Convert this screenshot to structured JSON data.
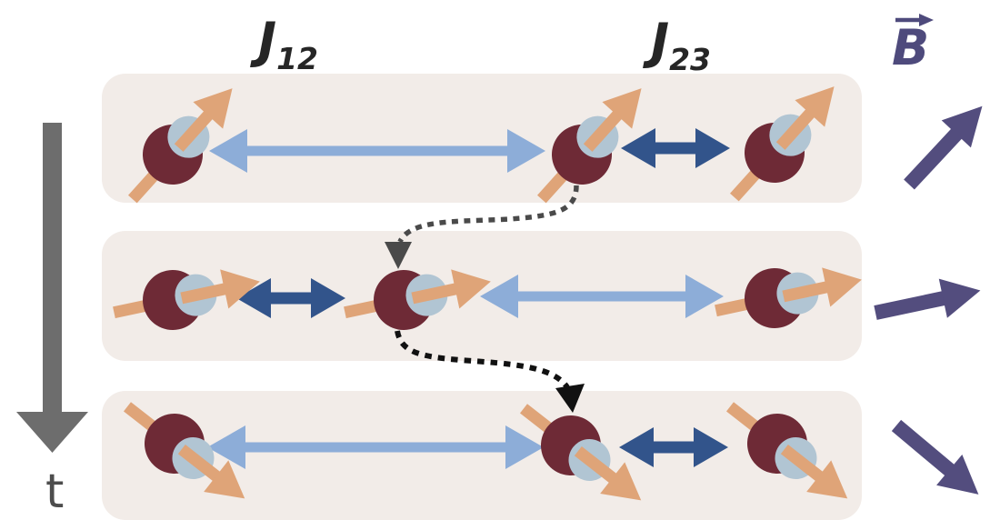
{
  "labels": {
    "coupling12": {
      "base": "J",
      "sub": "12"
    },
    "coupling23": {
      "base": "J",
      "sub": "23"
    },
    "field": "B",
    "time": "t"
  },
  "colors": {
    "canvas": "#ffffff",
    "panel": "#f2ece8",
    "ion_body": "#6e2a36",
    "ion_core": "#b1c5d3",
    "spin_arrow": "#dfa478",
    "weak_coupling": "#8dadd8",
    "strong_coupling": "#32548b",
    "field_arrow": "#534d7e",
    "field_label": "#4e4a7c",
    "coupling_label": "#262626",
    "time_arrow": "#6d6d6d",
    "time_label": "#4d4d4d",
    "swap_gray": "#4a4a4a",
    "swap_black": "#111111"
  },
  "structure": {
    "description": "Three-ion spin chain shown at three successive time steps (top to bottom) with exchange couplings J12 and J23 and external field B",
    "rows": [
      {
        "index": 1,
        "spin_direction": "up-right",
        "coupling_left": "weak",
        "coupling_right": "strong",
        "field_direction": "up-right"
      },
      {
        "index": 2,
        "spin_direction": "right",
        "coupling_left": "strong",
        "coupling_right": "weak",
        "field_direction": "right"
      },
      {
        "index": 3,
        "spin_direction": "down-right",
        "coupling_left": "weak",
        "coupling_right": "strong",
        "field_direction": "down-right"
      }
    ],
    "swap_arrows": [
      {
        "from": "row 1 middle ion",
        "to": "row 2 middle ion",
        "style": "dashed, dark gray"
      },
      {
        "from": "row 2 middle ion",
        "to": "row 3 middle ion",
        "style": "dashed, black"
      }
    ]
  }
}
